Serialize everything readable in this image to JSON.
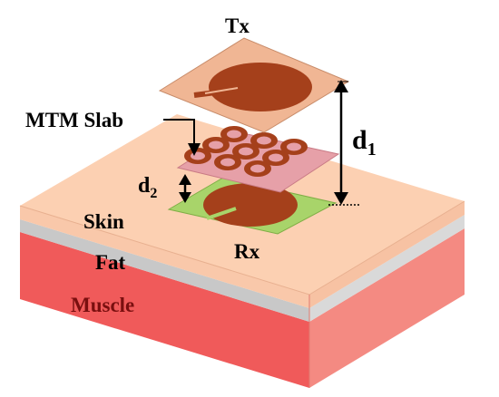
{
  "labels": {
    "tx": "Tx",
    "mtm_slab": "MTM Slab",
    "d1": "d",
    "d1_sub": "1",
    "d2": "d",
    "d2_sub": "2",
    "skin": "Skin",
    "fat": "Fat",
    "rx": "Rx",
    "muscle": "Muscle"
  },
  "colors": {
    "skin_top": "#fcd0b2",
    "skin_side": "#f7c2a3",
    "fat": "#c8c8c8",
    "muscle_front": "#f05a5a",
    "muscle_side": "#f48a82",
    "substrate_tx": "#f0b694",
    "copper": "#a5401b",
    "mtm_substrate": "#e6a0a8",
    "rx_substrate": "#a8d46a"
  }
}
